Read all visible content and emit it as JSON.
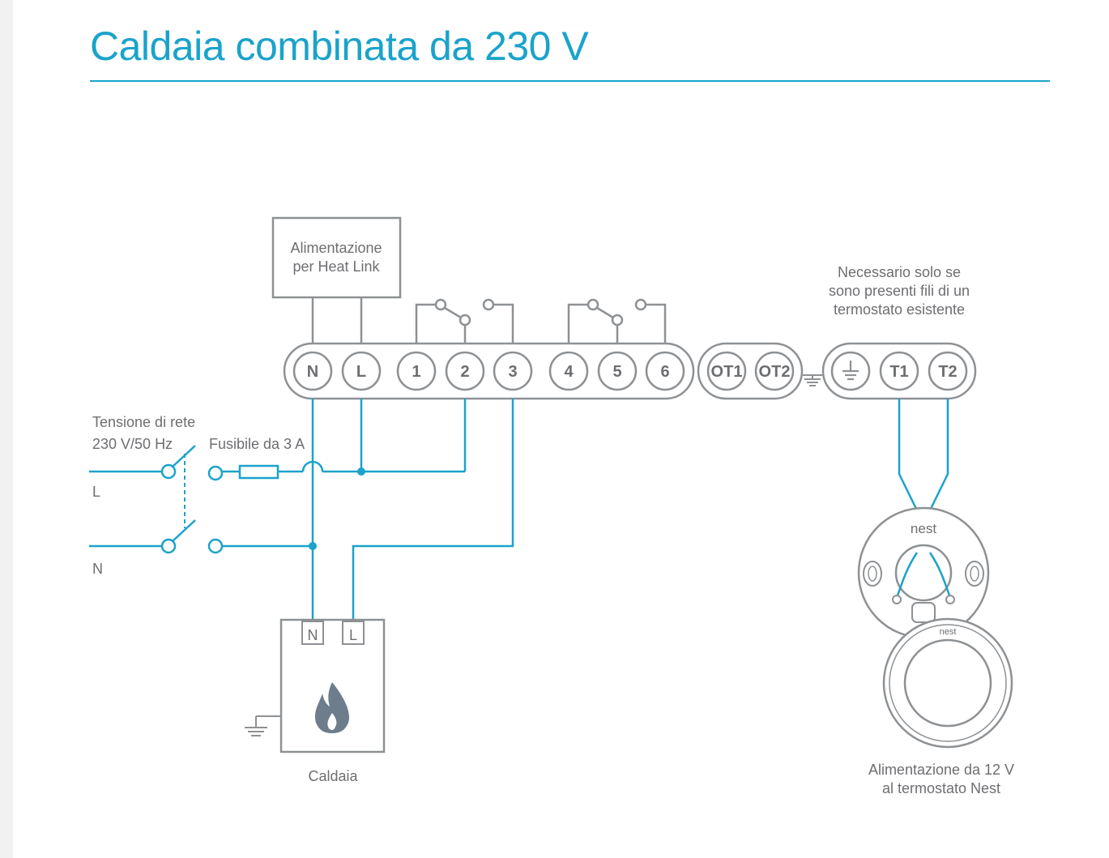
{
  "title": "Caldaia combinata da 230 V",
  "colors": {
    "accent": "#1aa3cb",
    "wire_grey": "#8e9194",
    "text": "#6d6e71",
    "flame": "#6d7d8b"
  },
  "heat_link_supply": {
    "line1": "Alimentazione",
    "line2": "per Heat Link"
  },
  "terminals": {
    "main": [
      "N",
      "L",
      "1",
      "2",
      "3",
      "4",
      "5",
      "6"
    ],
    "opentherm": [
      "OT1",
      "OT2"
    ],
    "thermostat": [
      "T1",
      "T2"
    ]
  },
  "note_existing": {
    "line1": "Necessario solo se",
    "line2": "sono presenti fili di un",
    "line3": "termostato esistente"
  },
  "mains": {
    "line1": "Tensione di rete",
    "line2": "230 V/50 Hz",
    "live": "L",
    "neutral": "N"
  },
  "fuse": "Fusibile da 3 A",
  "boiler": {
    "label": "Caldaia",
    "terminal_n": "N",
    "terminal_l": "L"
  },
  "nest": {
    "base_logo": "nest",
    "display_logo": "nest",
    "caption_line1": "Alimentazione da 12 V",
    "caption_line2": "al termostato Nest"
  }
}
